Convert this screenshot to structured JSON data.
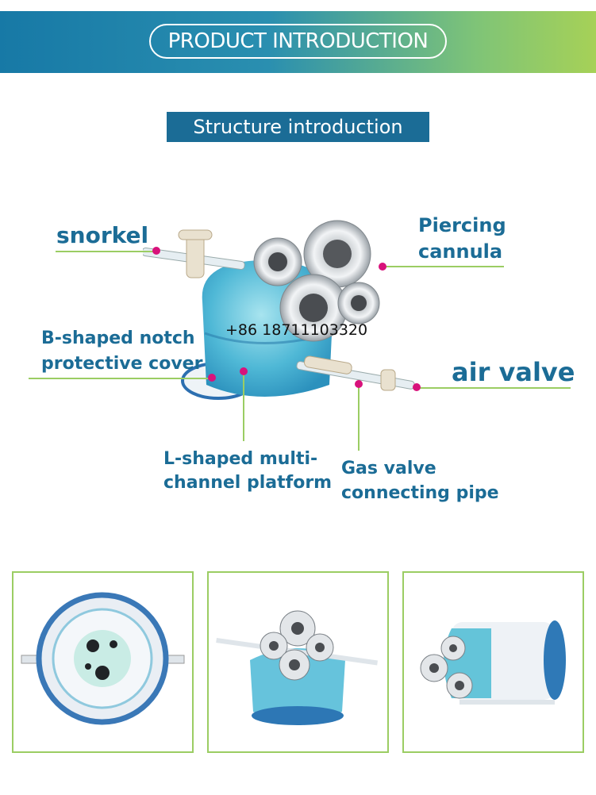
{
  "header": {
    "title": "PRODUCT INTRODUCTION"
  },
  "section": {
    "title": "Structure introduction"
  },
  "callouts": {
    "snorkel": "snorkel",
    "piercing_1": "Piercing",
    "piercing_2": "cannula",
    "bnotch_1": "B-shaped notch",
    "bnotch_2": "protective cover",
    "air_valve": "air valve",
    "lshaped_1": "L-shaped multi-",
    "lshaped_2": "channel platform",
    "gas_1": "Gas valve",
    "gas_2": "connecting pipe"
  },
  "watermark": {
    "phone": "+86 18711103320"
  },
  "colors": {
    "brand_blue": "#1b6c96",
    "accent_green": "#9bcd63",
    "pointer_magenta": "#d8127b"
  }
}
